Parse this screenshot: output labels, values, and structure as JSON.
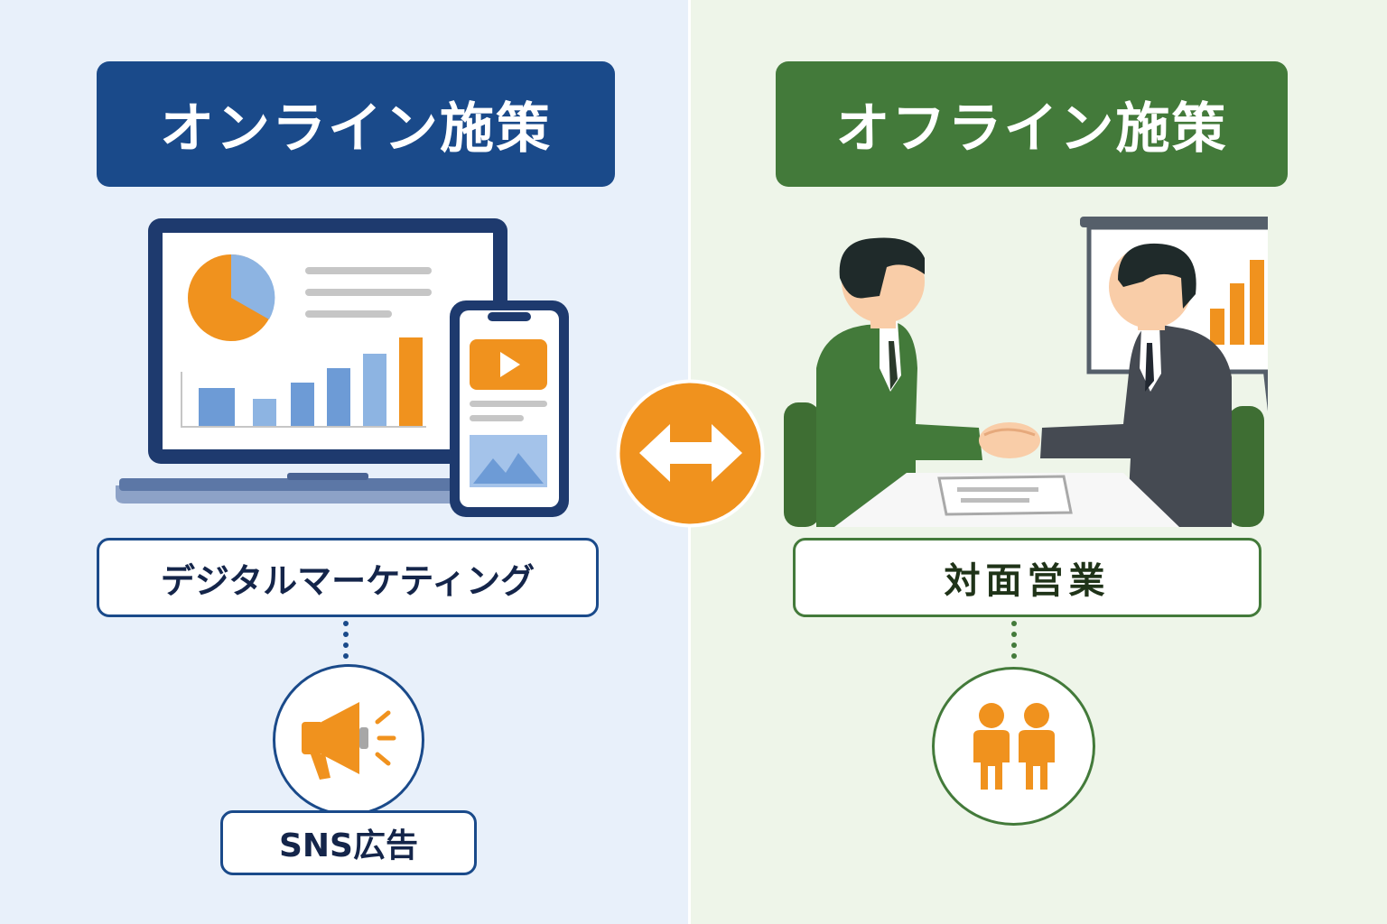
{
  "online": {
    "title": "オンライン施策",
    "channel_label": "デジタルマーケティング",
    "sub_label": "SNS広告",
    "illustration_icon": "laptop-smartphone-analytics-icon",
    "sub_icon": "megaphone-icon"
  },
  "offline": {
    "title": "オフライン施策",
    "channel_label": "対面営業",
    "illustration_icon": "business-handshake-icon",
    "sub_icon": "two-people-icon"
  },
  "center_icon": "bidirectional-arrow-icon",
  "colors": {
    "online_primary": "#1a4a8a",
    "offline_primary": "#437a3a",
    "accent_orange": "#f0921e",
    "online_bg": "#e8f0fa",
    "offline_bg": "#eef5e9"
  }
}
